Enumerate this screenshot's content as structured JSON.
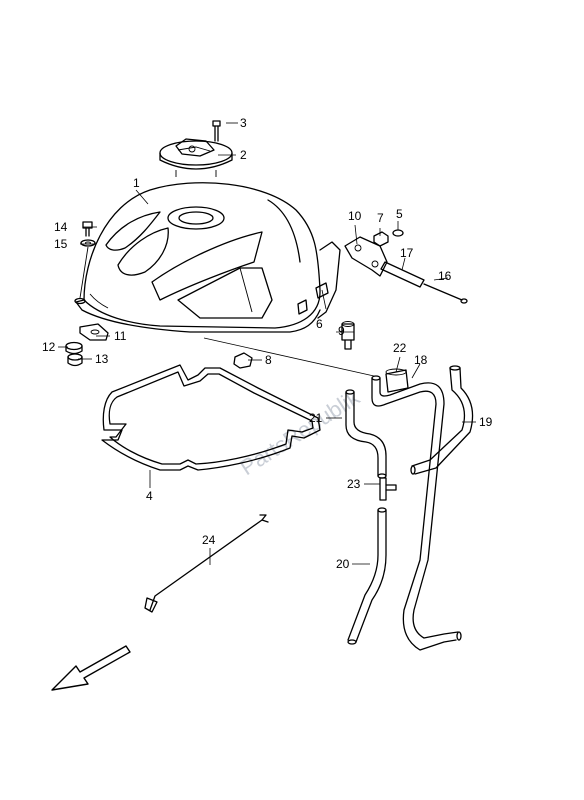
{
  "watermark": "PartsRepublik",
  "callouts": {
    "c1": "1",
    "c2": "2",
    "c3": "3",
    "c4": "4",
    "c5": "5",
    "c6": "6",
    "c7": "7",
    "c8": "8",
    "c9": "9",
    "c10": "10",
    "c11": "11",
    "c12": "12",
    "c13": "13",
    "c14": "14",
    "c15": "15",
    "c16": "16",
    "c17": "17",
    "c18": "18",
    "c19": "19",
    "c20": "20",
    "c21": "21",
    "c22": "22",
    "c23": "23",
    "c24": "24"
  },
  "icons": {
    "direction": "arrow-front-icon"
  }
}
